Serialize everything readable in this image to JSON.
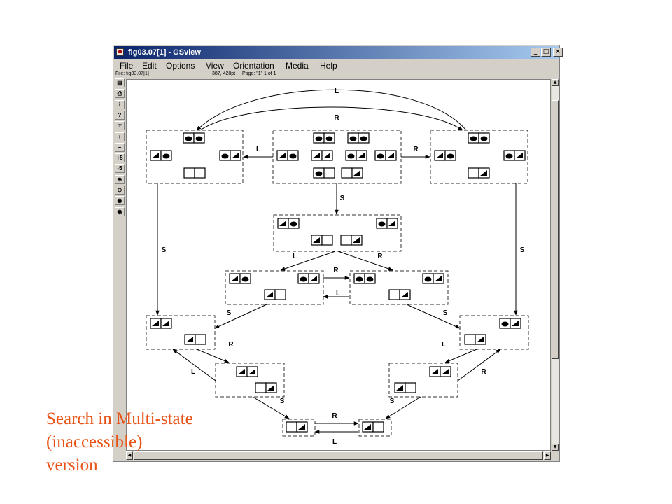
{
  "window": {
    "title": "fig03.07[1] - GSview",
    "app_icon": "ghost-icon",
    "controls": {
      "minimize": "_",
      "maximize": "□",
      "close": "×"
    }
  },
  "menu": [
    "File",
    "Edit",
    "Options",
    "View",
    "Orientation",
    "Media",
    "Help"
  ],
  "status": {
    "file": "File: fig03.07[1]",
    "coords": "387, 428pt",
    "page": "Page: \"1\"   1 of 1"
  },
  "toolbar": [
    {
      "icon": "open-file-icon",
      "glyph": "▤"
    },
    {
      "icon": "print-icon",
      "glyph": "⎙"
    },
    {
      "icon": "info-icon",
      "glyph": "i"
    },
    {
      "icon": "help-icon",
      "glyph": "?"
    },
    {
      "icon": "goto-page-icon",
      "glyph": "☞"
    },
    {
      "icon": "next-page-icon",
      "glyph": "+"
    },
    {
      "icon": "prev-page-icon",
      "glyph": "−"
    },
    {
      "icon": "forward-5-icon",
      "glyph": "+5"
    },
    {
      "icon": "back-5-icon",
      "glyph": "-5"
    },
    {
      "icon": "zoom-in-icon",
      "glyph": "⊕"
    },
    {
      "icon": "zoom-out-icon",
      "glyph": "⊖"
    },
    {
      "icon": "text-search-icon",
      "glyph": "◉"
    },
    {
      "icon": "view-icon",
      "glyph": "◉"
    }
  ],
  "diagram": {
    "labels": {
      "L": "L",
      "R": "R",
      "S": "S"
    }
  },
  "caption": [
    "Search in Multi-state",
    "(inaccessible)",
    "version"
  ]
}
